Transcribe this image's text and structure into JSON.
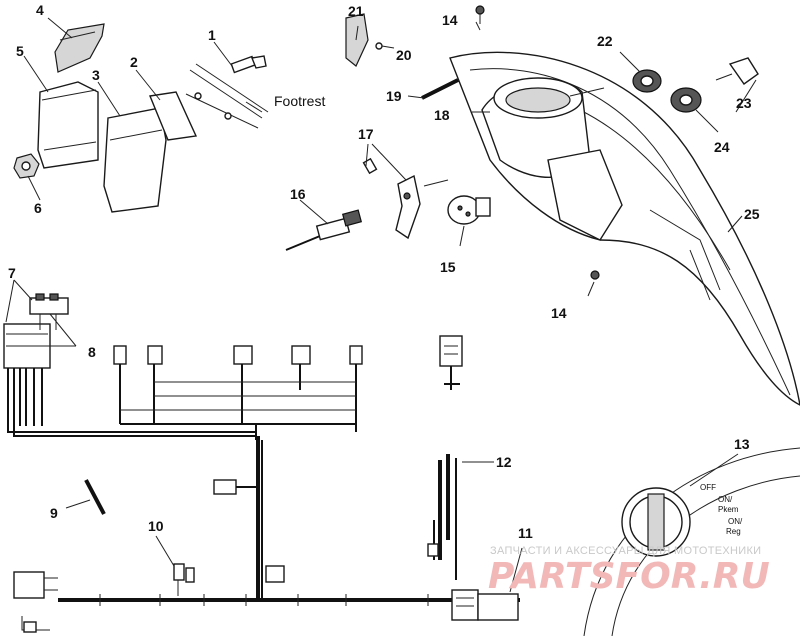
{
  "callouts": {
    "c1": "1",
    "c2": "2",
    "c3": "3",
    "c4": "4",
    "c5": "5",
    "c6": "6",
    "c7": "7",
    "c8": "8",
    "c9": "9",
    "c10": "10",
    "c11": "11",
    "c12": "12",
    "c13": "13",
    "c14a": "14",
    "c14b": "14",
    "c15": "15",
    "c16": "16",
    "c17": "17",
    "c18": "18",
    "c19": "19",
    "c20": "20",
    "c21": "21",
    "c22": "22",
    "c23": "23",
    "c24": "24",
    "c25": "25"
  },
  "labels": {
    "footrest": "Footrest"
  },
  "switch_positions": {
    "off": "OFF",
    "on_line1": "ON/",
    "on_line2": "Pkem",
    "on2_line1": "ON/",
    "on2_line2": "Reg"
  },
  "watermark": {
    "line1": "ЗАПЧАСТИ И АКСЕССУАРЫ ДЛЯ МОТОТЕХНИКИ",
    "line2": "PARTSFOR.RU"
  }
}
